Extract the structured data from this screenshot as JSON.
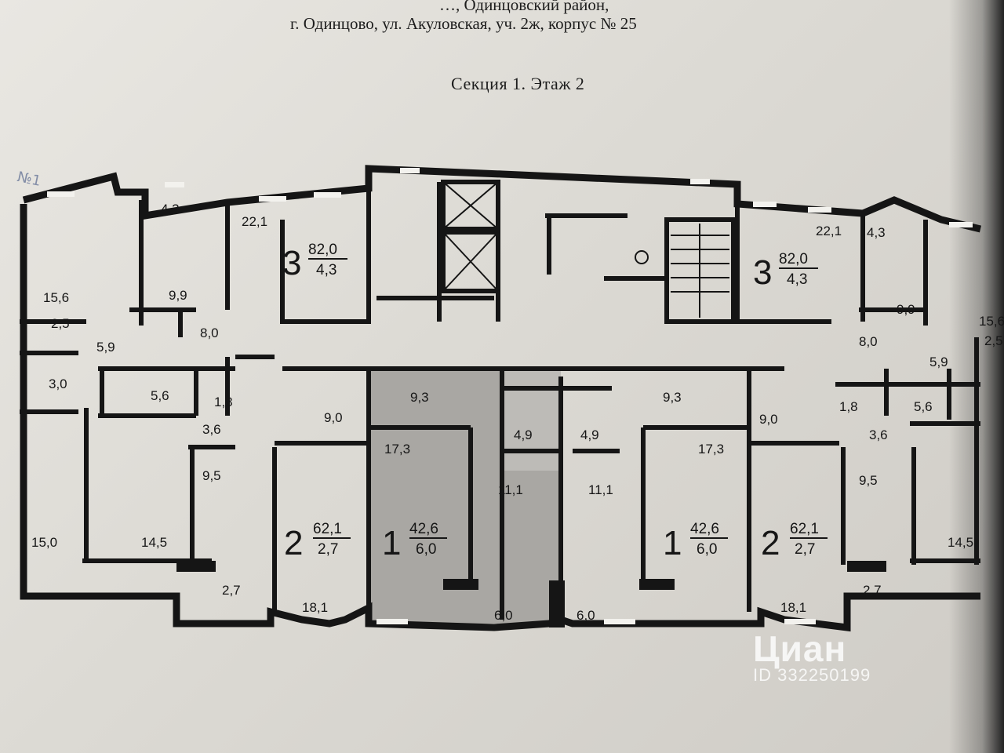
{
  "header": {
    "line1": "…, Одинцовский район,",
    "line2": "г. Одинцово, ул. Акуловская, уч. 2ж, корпус № 25",
    "title": "Секция 1. Этаж 2"
  },
  "annotation": "№1",
  "apartments": [
    {
      "rooms": "3",
      "total": "82,0",
      "balcony": "4,3"
    },
    {
      "rooms": "3",
      "total": "82,0",
      "balcony": "4,3"
    },
    {
      "rooms": "2",
      "total": "62,1",
      "balcony": "2,7"
    },
    {
      "rooms": "1",
      "total": "42,6",
      "balcony": "6,0"
    },
    {
      "rooms": "1",
      "total": "42,6",
      "balcony": "6,0"
    },
    {
      "rooms": "2",
      "total": "62,1",
      "balcony": "2,7"
    }
  ],
  "room_areas": [
    "4,3",
    "22,1",
    "15,6",
    "9,9",
    "2,5",
    "5,9",
    "8,0",
    "3,0",
    "5,6",
    "1,8",
    "3,6",
    "9,0",
    "9,5",
    "15,0",
    "14,5",
    "2,7",
    "18,1",
    "9,3",
    "17,3",
    "4,9",
    "11,1",
    "6,0",
    "4,9",
    "11,1",
    "9,3",
    "17,3",
    "6,0",
    "22,1",
    "4,3",
    "9,9",
    "15,6",
    "2,5",
    "8,0",
    "5,9",
    "9,0",
    "1,8",
    "5,6",
    "3,6",
    "9,5",
    "14,5",
    "2,7",
    "18,1"
  ],
  "watermark": {
    "logo": "Циан",
    "id": "ID 332250199"
  },
  "colors": {
    "wall": "#151515",
    "highlight": "#a8a6a2"
  }
}
